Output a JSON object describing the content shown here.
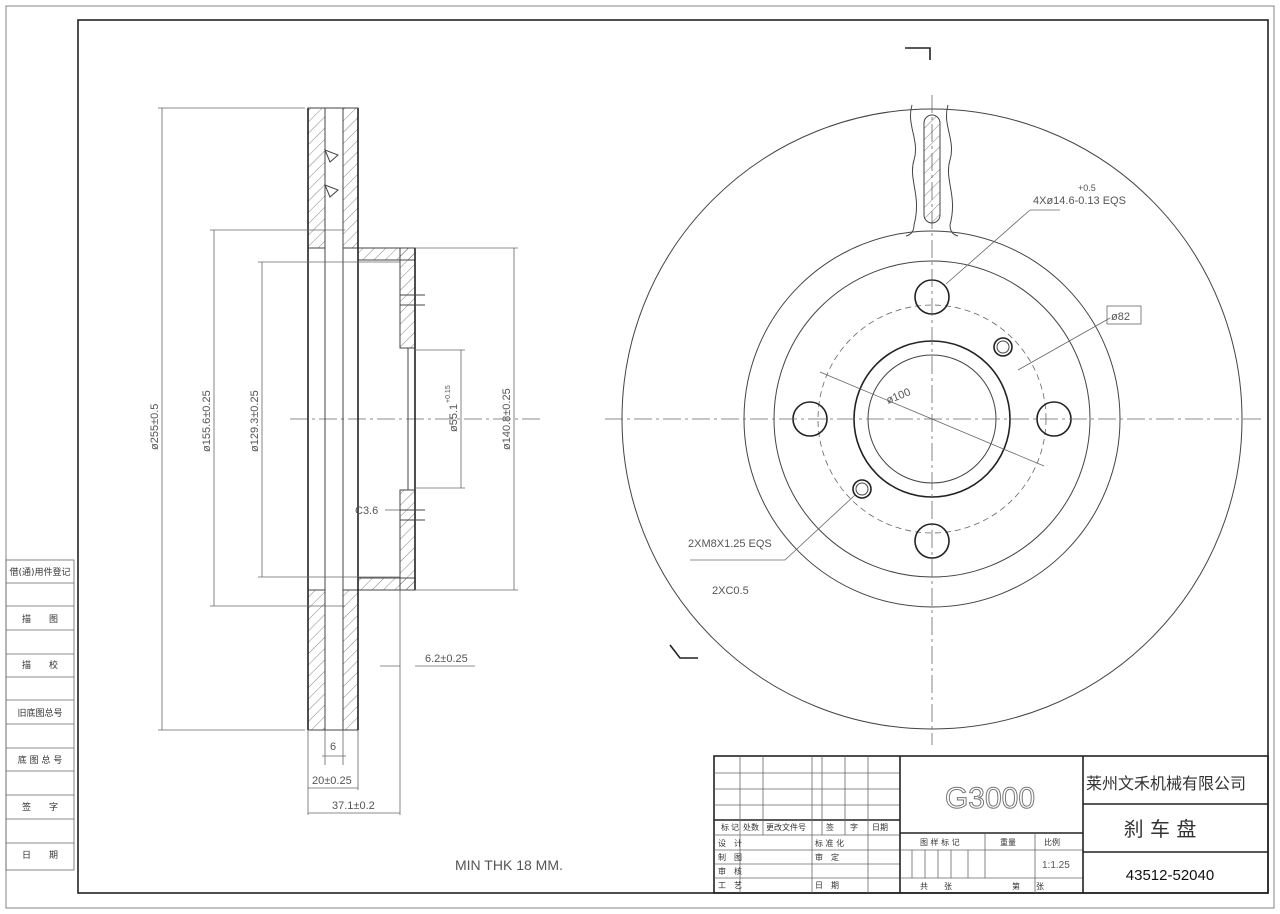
{
  "sheet": {
    "left_strip": [
      "借(通)用件登记",
      "描　　图",
      "描　　校",
      "旧底图总号",
      "底 图 总 号",
      "签　　字",
      "日　　期"
    ]
  },
  "section_view": {
    "dim_outer": "ø255±0.5",
    "dim_155": "ø155.6±0.25",
    "dim_129": "ø129.3±0.25",
    "dim_55": "ø55.1",
    "dim_55_tol": "+0.15",
    "dim_140": "ø140.8±0.25",
    "chamfer": "C3.6",
    "dim_62": "6.2±0.25",
    "dim_6": "6",
    "dim_20": "20±0.25",
    "dim_371": "37.1±0.2",
    "note": "MIN THK 18 MM."
  },
  "front_view": {
    "section_mark_top": "┐",
    "holes_label": "4Xø14.6-0.13 EQS",
    "holes_tol": "+0.5",
    "pcd": "ø82",
    "center_bore": "ø100",
    "thread_label": "2XM8X1.25 EQS",
    "chamfer": "2XC0.5"
  },
  "title_block": {
    "code": "G3000",
    "company": "莱州文禾机械有限公司",
    "part_name": "刹 车 盘",
    "part_no": "43512-52040",
    "rev_header": [
      "标",
      "记",
      "处数",
      "更改文件号",
      "签",
      "字",
      "日期"
    ],
    "rows": [
      "设　计",
      "制　图",
      "审　核",
      "工　艺"
    ],
    "col2": [
      "标 准 化",
      "审　定",
      "",
      "日　期"
    ],
    "stage_headers": [
      "图 样 标 记",
      "重量",
      "比例"
    ],
    "scale": "1:1.25",
    "sheets_total": "共　　张",
    "sheet_no": "第　　张"
  }
}
